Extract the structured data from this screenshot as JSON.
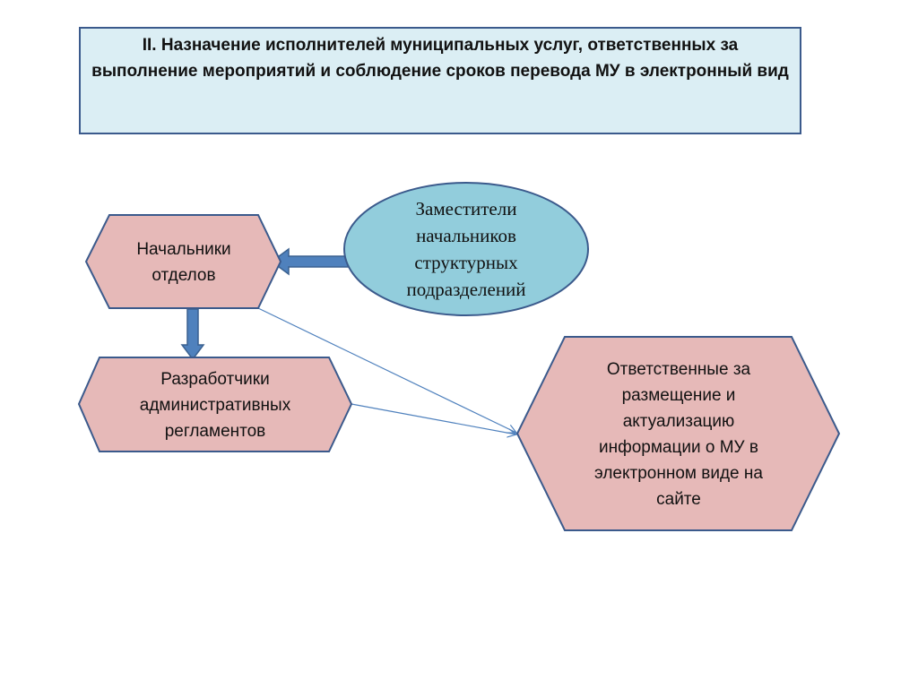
{
  "slide": {
    "title": "II. Назначение исполнителей муниципальных услуг, ответственных за выполнение  мероприятий и соблюдение сроков перевода МУ в электронный вид"
  },
  "nodes": {
    "heads": {
      "line1": "Начальники",
      "line2": "отделов"
    },
    "deputies": {
      "line1": "Заместители",
      "line2": "начальников",
      "line3": "структурных",
      "line4": "подразделений"
    },
    "developers": {
      "line1": "Разработчики",
      "line2": "административных",
      "line3": "регламентов"
    },
    "responsible": {
      "line1": "Ответственные за",
      "line2": "размещение  и",
      "line3": "актуализацию",
      "line4": "информации  о  МУ в",
      "line5": "электронном виде на",
      "line6": "сайте"
    }
  },
  "colors": {
    "title_fill": "#dbeef4",
    "title_border": "#3b5a8c",
    "hexagon_fill": "#e6b9b8",
    "hexagon_border": "#3b5a8c",
    "ellipse_fill": "#92cddc",
    "block_arrow": "#4f81bd",
    "connector": "#4f81bd"
  }
}
